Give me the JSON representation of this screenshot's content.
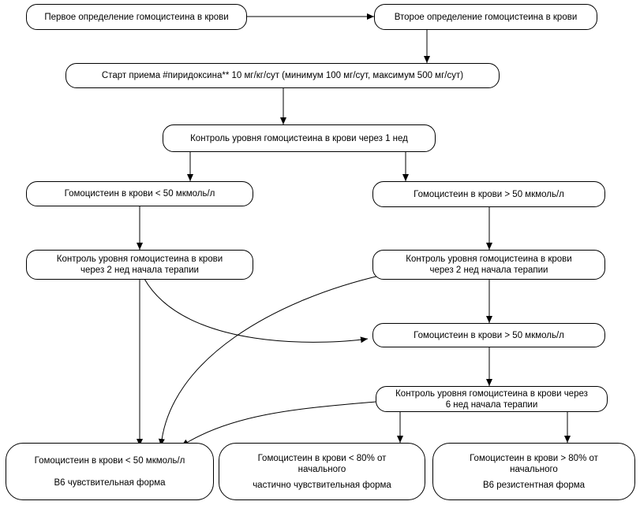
{
  "nodes": {
    "first": "Первое определение гомоцистеина в крови",
    "second": "Второе определение гомоцистеина в крови",
    "start": "Старт приема #пиридоксина** 10 мг/кг/сут (минимум 100 мг/сут, максимум 500 мг/сут)",
    "control1": "Контроль уровня гомоцистеина в крови через 1 нед",
    "hcy_lt50_a": "Гомоцистеин в крови < 50 мкмоль/л",
    "hcy_gt50_a": "Гомоцистеин в крови > 50 мкмоль/л",
    "control2_left": {
      "line1": "Контроль уровня гомоцистеина в крови",
      "line2": "через 2 нед начала терапии"
    },
    "control2_right": {
      "line1": "Контроль уровня гомоцистеина в крови",
      "line2": "через 2 нед начала терапии"
    },
    "hcy_gt50_b": "Гомоцистеин в крови > 50 мкмоль/л",
    "control6": {
      "line1": "Контроль уровня гомоцистеина в крови через",
      "line2": "6 нед начала терапии"
    },
    "result_sensitive": {
      "line1": "Гомоцистеин в крови < 50 мкмоль/л",
      "line2": "B6 чувствительная форма"
    },
    "result_partial": {
      "line1": "Гомоцистеин в крови < 80% от",
      "line2": "начального",
      "line3": "частично чувствительная форма"
    },
    "result_resistant": {
      "line1": "Гомоцистеин в крови > 80% от",
      "line2": "начального",
      "line3": "B6 резистентная форма"
    }
  }
}
